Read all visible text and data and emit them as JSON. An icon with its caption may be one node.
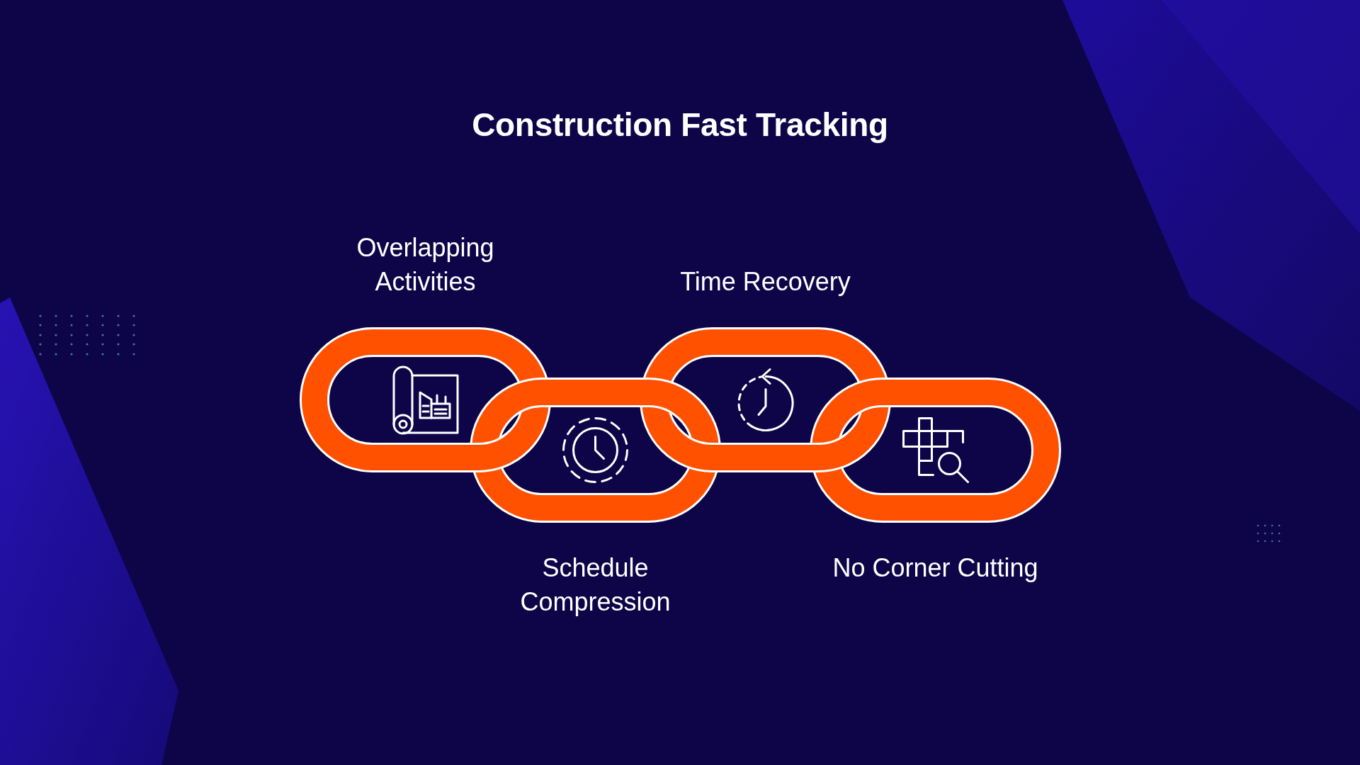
{
  "diagram": {
    "title": "Construction Fast Tracking",
    "nodes": [
      {
        "text": [
          "Overlapping Activities"
        ]
      },
      {
        "text": [
          "Schedule Compression"
        ]
      },
      {
        "text": [
          "Time Recovery"
        ]
      },
      {
        "text": [
          "No Corner Cutting"
        ]
      }
    ]
  }
}
